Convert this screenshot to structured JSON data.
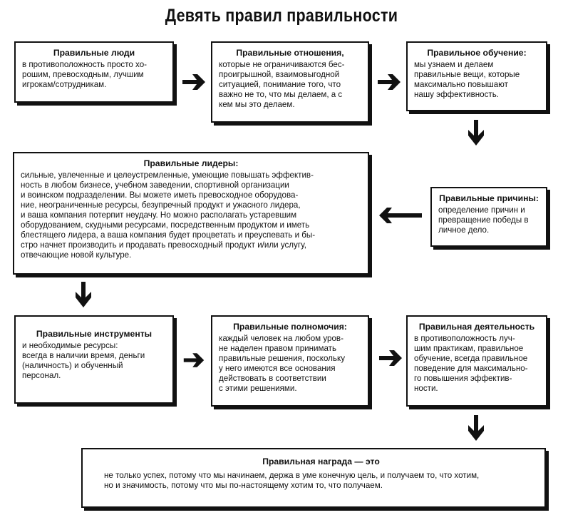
{
  "title": "Девять правил правильности",
  "boxes": {
    "people": {
      "head": "Правильные люди",
      "body": "в противоположность просто хо-\nрошим, превосходным, лучшим\nигрокам/сотрудникам."
    },
    "relations": {
      "head": "Правильные отношения,",
      "body": "которые не ограничиваются бес-\nпроигрышной, взаимовыгодной\nситуацией, понимание того, что\nважно не то, что мы делаем, а с\nкем мы это делаем."
    },
    "learning": {
      "head": "Правильное обучение:",
      "body": "мы узнаем и делаем\nправильные вещи, которые\nмаксимально повышают\nнашу эффективность."
    },
    "leaders": {
      "head": "Правильные лидеры:",
      "body": "сильные, увлеченные и целеустремленные, умеющие повышать эффектив-\nность в любом бизнесе, учебном заведении, спортивной организации\nи воинском подразделении. Вы можете иметь превосходное оборудова-\nние, неограниченные ресурсы, безупречный продукт и ужасного лидера,\nи ваша компания потерпит неудачу. Но можно располагать устаревшим\nоборудованием, скудными ресурсами, посредственным продуктом и иметь\nблестящего лидера, а ваша компания будет процветать и преуспевать и бы-\nстро начнет производить и продавать превосходный продукт и/или услугу,\nотвечающие новой культуре."
    },
    "reasons": {
      "head": "Правильные причины:",
      "body": "определение причин и\nпревращение победы в\nличное дело."
    },
    "tools": {
      "head": "Правильные инструменты",
      "body": "и необходимые ресурсы:\nвсегда в наличии время, деньги\n(наличность) и обученный\nперсонал."
    },
    "powers": {
      "head": "Правильные полномочия:",
      "body": "каждый человек на любом уров-\nне наделен правом принимать\nправильные решения, поскольку\nу него имеются все основания\nдействовать в соответствии\nс этими решениями."
    },
    "activity": {
      "head": "Правильная деятельность",
      "body": "в противоположность луч-\nшим практикам, правильное\nобучение, всегда правильное\nповедение для максимально-\nго повышения эффектив-\nности."
    },
    "reward": {
      "head": "Правильная награда — это",
      "body": "не только успех, потому что мы начинаем, держа в уме конечную цель, и получаем то, что хотим,\nно и значимость, потому что мы по-настоящему хотим то, что получаем."
    }
  },
  "icons": {
    "arrow_right": "arrow-right-icon",
    "arrow_left": "arrow-left-icon",
    "arrow_down": "arrow-down-icon"
  }
}
